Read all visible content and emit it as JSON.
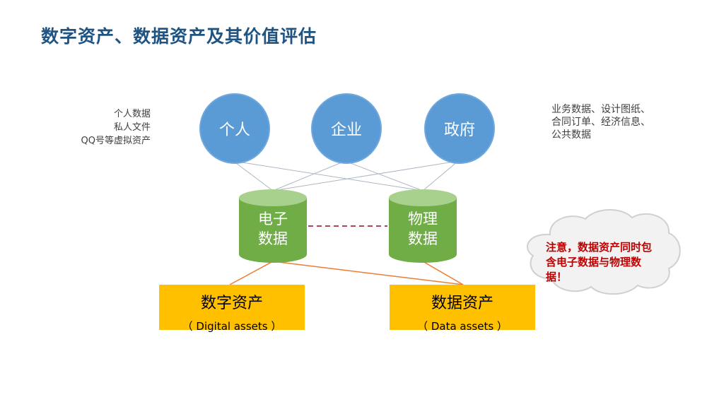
{
  "title": "数字资产、数据资产及其价值评估",
  "owners": [
    "个人",
    "企业",
    "政府"
  ],
  "personal_note": [
    "个人数据",
    "私人文件",
    "QQ号等虚拟资产"
  ],
  "business_note": "业务数据、设计图纸、合同订单、经济信息、公共数据",
  "storage": {
    "electronic": [
      "电子",
      "数据"
    ],
    "physical": [
      "物理",
      "数据"
    ]
  },
  "assets": {
    "digital": {
      "label": "数字资产",
      "english": "（ Digital assets ）"
    },
    "data": {
      "label": "数据资产",
      "english": "（ Data assets ）"
    }
  },
  "callout": "注意，数据资产同时包含电子数据与物理数据！",
  "colors": {
    "title": "#1f5382",
    "owner_circle": "#5b9bd5",
    "cylinder": "#70ad47",
    "asset_box": "#ffc000",
    "callout_text": "#c00000",
    "connector_orange": "#ed7d31",
    "dashed_link": "#a9485a"
  }
}
